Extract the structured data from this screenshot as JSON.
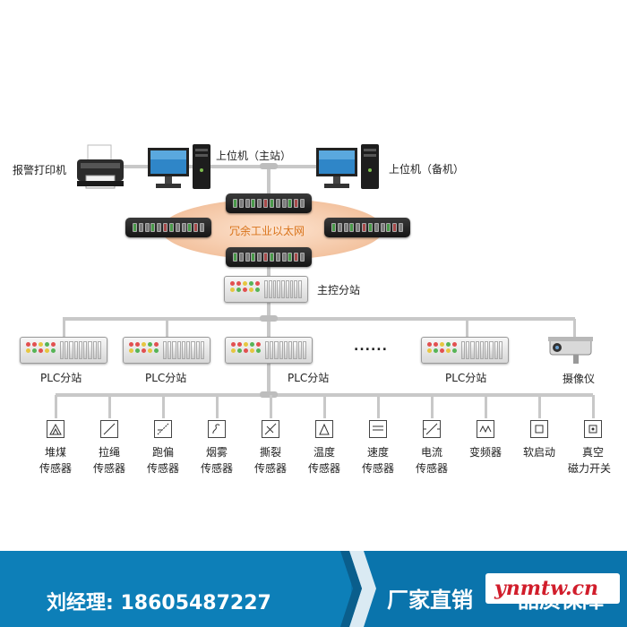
{
  "nodes": {
    "printer": "报警打印机",
    "host_main": "上位机（主站）",
    "host_backup": "上位机（备机）",
    "ring": "冗余工业以太网",
    "master": "主控分站",
    "plc": [
      "PLC分站",
      "PLC分站",
      "PLC分站",
      "PLC分站"
    ],
    "ellipsis": "......",
    "camera": "摄像仪"
  },
  "sensors": [
    {
      "line1": "堆煤",
      "line2": "传感器",
      "icon": "coal-pile-icon"
    },
    {
      "line1": "拉绳",
      "line2": "传感器",
      "icon": "pull-rope-icon"
    },
    {
      "line1": "跑偏",
      "line2": "传感器",
      "icon": "deviation-icon"
    },
    {
      "line1": "烟雾",
      "line2": "传感器",
      "icon": "smoke-icon"
    },
    {
      "line1": "撕裂",
      "line2": "传感器",
      "icon": "tear-icon"
    },
    {
      "line1": "温度",
      "line2": "传感器",
      "icon": "temperature-icon"
    },
    {
      "line1": "速度",
      "line2": "传感器",
      "icon": "speed-icon"
    },
    {
      "line1": "电流",
      "line2": "传感器",
      "icon": "current-icon"
    },
    {
      "line1": "变频器",
      "line2": "",
      "icon": "inverter-icon"
    },
    {
      "line1": "软启动",
      "line2": "",
      "icon": "soft-start-icon"
    },
    {
      "line1": "真空",
      "line2": "磁力开关",
      "icon": "vacuum-switch-icon"
    }
  ],
  "banner": {
    "contact": "刘经理:   18605487227",
    "slogan": "厂家直销",
    "slogan2": "品质保障",
    "watermark": "ynmtw.cn"
  },
  "colors": {
    "ring": "#f5c9a8",
    "ring_text": "#d9731a",
    "banner": "#0d7fb8",
    "bus": "#c8c8c8"
  }
}
